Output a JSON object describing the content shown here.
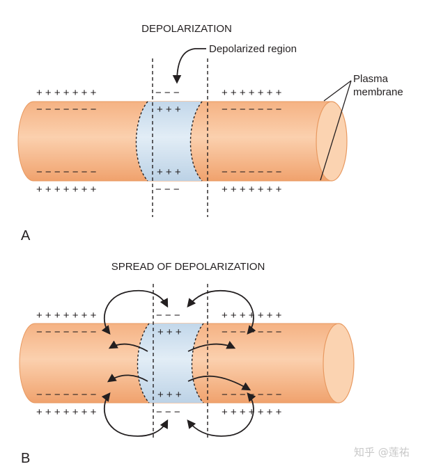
{
  "panel_a": {
    "title": "DEPOLARIZATION",
    "callout_region": "Depolarized region",
    "callout_membrane_line1": "Plasma",
    "callout_membrane_line2": "membrane",
    "letter": "A",
    "outer_left": "+ + + + + + +",
    "inner_left": "− − − − − − −",
    "outer_right": "+ + + + + + +",
    "inner_right": "− − − − − − −",
    "region_outer": "− − −",
    "region_inner": "+ + +"
  },
  "panel_b": {
    "title": "SPREAD OF DEPOLARIZATION",
    "letter": "B",
    "outer_left": "+ + + + + + +",
    "inner_left": "− − − − − − −",
    "outer_right": "+ + + + + + +",
    "inner_right": "− − − − − − −",
    "region_outer": "− − −",
    "region_inner": "+ + +"
  },
  "watermark": "知乎 @莲祐",
  "colors": {
    "axon_fill": "#f7b98a",
    "axon_edge": "#e89960",
    "end_cap": "#fbd3b1",
    "depolarized_fill": "#cfe0ee",
    "line": "#231f20"
  }
}
